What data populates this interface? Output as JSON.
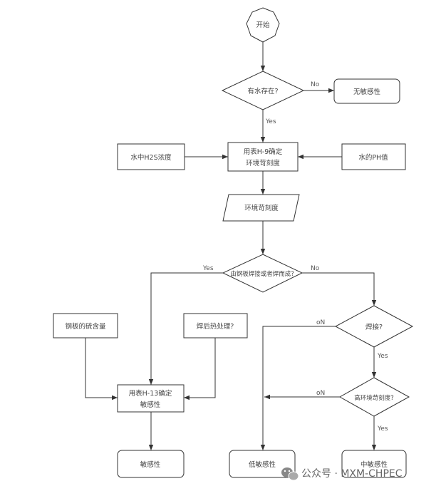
{
  "diagram": {
    "nodes": {
      "start": "开始",
      "has_water": "有水存在?",
      "no_sens": "无敏感性",
      "h2s": "水中H2S浓度",
      "table_h9": [
        "用表H-9确定",
        "环境苛刻度"
      ],
      "ph": "水的PH值",
      "env_severity": "环境苛刻度",
      "steel_q": "由钢板焊接或者焊而成?",
      "sulfur": "钢板的硫含量",
      "pwht": "焊后热处理?",
      "table_h13": [
        "用表H-13确定",
        "敏感性"
      ],
      "weld_q": "焊接?",
      "high_sev": "高环境苛刻度?",
      "sens": "敏感性",
      "low_sens": "低敏感性",
      "mid_sens": "中敏感性"
    },
    "edge_labels": {
      "water_no": "No",
      "water_yes": "Yes",
      "steel_yes": "Yes",
      "steel_no": "No",
      "weld_no": "oN",
      "weld_yes": "Yes",
      "high_no": "oN",
      "high_yes": "Yes"
    }
  },
  "watermark": {
    "icon": "wechat-icon",
    "text": "公众号 · MXM-CHPEC"
  }
}
